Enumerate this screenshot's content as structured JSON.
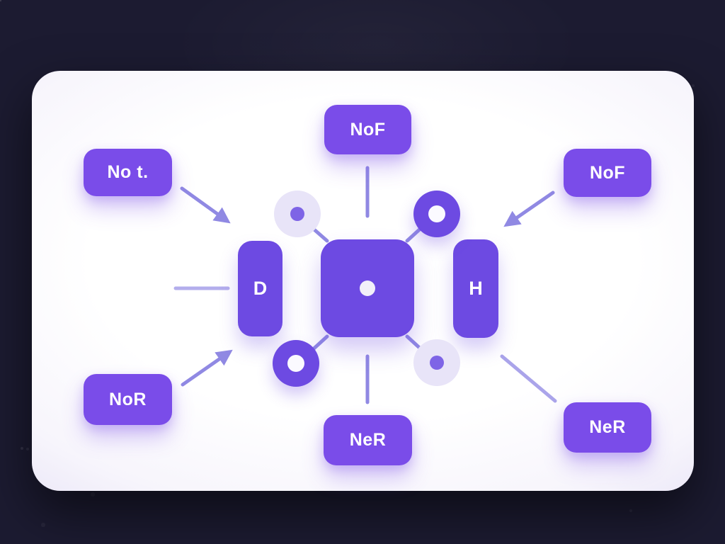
{
  "scene": {
    "kind": "diagram-card",
    "description": "Central hub diagram on white rounded card over dark background"
  },
  "colors": {
    "background": "#1c1b31",
    "card": "#fdfdff",
    "node": "#7a4ce9",
    "node-deep": "#6d4ae2",
    "line": "#9089e3",
    "faded-circle": "#e8e4f8",
    "faded-dot": "#7e64e6",
    "text": "#ffffff"
  },
  "nodes": {
    "outer": [
      {
        "id": "top-left",
        "label": "No t."
      },
      {
        "id": "top-center",
        "label": "NoF"
      },
      {
        "id": "top-right",
        "label": "NoF"
      },
      {
        "id": "bottom-left",
        "label": "NoR"
      },
      {
        "id": "bottom-center",
        "label": "NeR"
      },
      {
        "id": "bottom-right",
        "label": "NeR"
      }
    ],
    "inner": [
      {
        "id": "left-pill",
        "label": "D"
      },
      {
        "id": "hub",
        "label": ""
      },
      {
        "id": "right-pill",
        "label": "H"
      }
    ],
    "connector_circles": [
      {
        "id": "top-left",
        "style": "faded-dot"
      },
      {
        "id": "top-right",
        "style": "solid-donut"
      },
      {
        "id": "bottom-left",
        "style": "solid-donut"
      },
      {
        "id": "bottom-right",
        "style": "faded-dot"
      }
    ]
  },
  "connectors": [
    {
      "from": "top-left",
      "to": "hub-cluster",
      "arrow": true
    },
    {
      "from": "top-center",
      "to": "hub-cluster",
      "arrow": false
    },
    {
      "from": "top-right",
      "to": "hub-cluster",
      "arrow": true
    },
    {
      "from": "left-edge",
      "to": "left-pill",
      "arrow": false
    },
    {
      "from": "bottom-left",
      "to": "hub-cluster",
      "arrow": true
    },
    {
      "from": "bottom-center",
      "to": "hub-cluster",
      "arrow": false
    },
    {
      "from": "bottom-right",
      "to": "hub-cluster",
      "arrow": false
    }
  ]
}
